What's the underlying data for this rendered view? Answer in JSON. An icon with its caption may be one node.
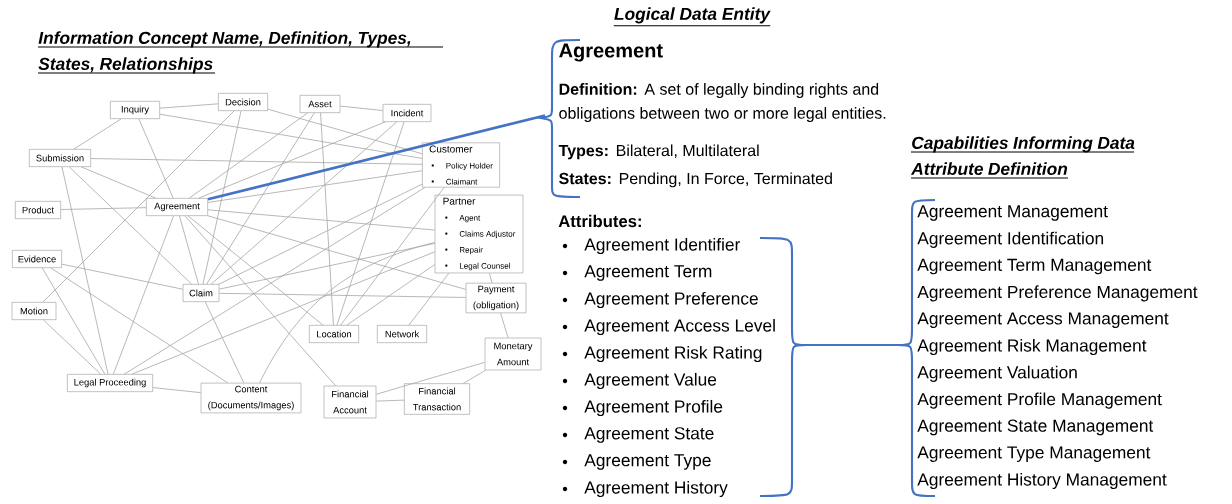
{
  "diagram": {
    "nodes": [
      {
        "text": [
          "Inquiry"
        ]
      },
      {
        "text": [
          "Decision"
        ]
      },
      {
        "text": [
          "Asset"
        ]
      },
      {
        "text": [
          "Incident"
        ]
      },
      {
        "text": [
          "Submission"
        ]
      },
      {
        "text": [
          "Customer",
          "Policy Holder",
          "Claimant"
        ]
      },
      {
        "text": [
          "Product"
        ]
      },
      {
        "text": [
          "Agreement"
        ]
      },
      {
        "text": [
          "Partner",
          "Agent",
          "Claims Adjustor",
          "Repair",
          "Legal Counsel"
        ]
      },
      {
        "text": [
          "Evidence"
        ]
      },
      {
        "text": [
          "Claim"
        ]
      },
      {
        "text": [
          "Payment (obligation)"
        ]
      },
      {
        "text": [
          "Motion"
        ]
      },
      {
        "text": [
          "Location"
        ]
      },
      {
        "text": [
          "Network"
        ]
      },
      {
        "text": [
          "Monetary Amount"
        ]
      },
      {
        "text": [
          "Legal Proceeding"
        ]
      },
      {
        "text": [
          "Content (Documents/Images)"
        ]
      },
      {
        "text": [
          "Financial Account"
        ]
      },
      {
        "text": [
          "Financial Transaction"
        ]
      },
      {
        "text": [
          "Agreement",
          "**Definition:** A set of legally binding rights and obligations between two or more legal entities.",
          "**Types:** Bilateral, Multilateral",
          "**States:** Pending, In Force, Terminated"
        ]
      }
    ],
    "edges": [
      {
        "from": 0,
        "to": 1,
        "arrow": "none"
      },
      {
        "from": 0,
        "to": 4,
        "arrow": "none"
      },
      {
        "from": 0,
        "to": 7,
        "arrow": "none"
      },
      {
        "from": 0,
        "to": 5,
        "arrow": "none"
      },
      {
        "from": 1,
        "to": 5,
        "arrow": "none"
      },
      {
        "from": 1,
        "to": 10,
        "arrow": "none"
      },
      {
        "from": 1,
        "to": 12,
        "arrow": "none"
      },
      {
        "from": 2,
        "to": 3,
        "arrow": "none"
      },
      {
        "from": 2,
        "to": 13,
        "arrow": "none"
      },
      {
        "from": 2,
        "to": 7,
        "arrow": "none"
      },
      {
        "from": 2,
        "to": 10,
        "arrow": "none"
      },
      {
        "from": 3,
        "to": 10,
        "arrow": "none"
      },
      {
        "from": 3,
        "to": 13,
        "arrow": "none"
      },
      {
        "from": 3,
        "to": 7,
        "arrow": "none"
      },
      {
        "from": 4,
        "to": 5,
        "arrow": "none"
      },
      {
        "from": 4,
        "to": 7,
        "arrow": "none"
      },
      {
        "from": 4,
        "to": 16,
        "arrow": "none"
      },
      {
        "from": 4,
        "to": 10,
        "arrow": "none"
      },
      {
        "from": 6,
        "to": 7,
        "arrow": "none"
      },
      {
        "from": 7,
        "to": 5,
        "arrow": "none"
      },
      {
        "from": 7,
        "to": 8,
        "arrow": "none"
      },
      {
        "from": 7,
        "to": 10,
        "arrow": "none"
      },
      {
        "from": 7,
        "to": 13,
        "arrow": "none"
      },
      {
        "from": 7,
        "to": 11,
        "arrow": "none"
      },
      {
        "from": 7,
        "to": 16,
        "arrow": "none"
      },
      {
        "from": 9,
        "to": 10,
        "arrow": "none"
      },
      {
        "from": 9,
        "to": 16,
        "arrow": "none"
      },
      {
        "from": 9,
        "to": 17,
        "arrow": "none"
      },
      {
        "from": 12,
        "to": 16,
        "arrow": "none"
      },
      {
        "from": 10,
        "to": 5,
        "arrow": "none"
      },
      {
        "from": 10,
        "to": 8,
        "arrow": "none"
      },
      {
        "from": 10,
        "to": 11,
        "arrow": "none"
      },
      {
        "from": 10,
        "to": 17,
        "arrow": "none"
      },
      {
        "from": 16,
        "to": 17,
        "arrow": "none"
      },
      {
        "from": 16,
        "to": 5,
        "arrow": "none"
      },
      {
        "from": 16,
        "to": 8,
        "arrow": "none"
      },
      {
        "from": 17,
        "to": 8,
        "arrow": "none"
      },
      {
        "from": 13,
        "to": 5,
        "arrow": "none"
      },
      {
        "from": 13,
        "to": 8,
        "arrow": "none"
      },
      {
        "from": 14,
        "to": 8,
        "arrow": "none"
      },
      {
        "from": 8,
        "to": 11,
        "arrow": "none"
      },
      {
        "from": 11,
        "to": 15,
        "arrow": "none"
      },
      {
        "from": 15,
        "to": 18,
        "arrow": "none"
      },
      {
        "from": 15,
        "to": 19,
        "arrow": "none"
      },
      {
        "from": 18,
        "to": 19,
        "arrow": "none"
      },
      {
        "from": 18,
        "to": 7,
        "arrow": "none"
      },
      {
        "from": 7,
        "to": 20,
        "arrow": "none",
        "style": "thick",
        "color": "#4472c4"
      }
    ],
    "labels": [
      "Information Concept Name, Definition, Types, States, Relationships",
      "Logical Data Entity",
      "Capabilities Informing Data Attribute Definition",
      "Attributes:",
      "Agreement Identifier",
      "Agreement Term",
      "Agreement Preference",
      "Agreement Access Level",
      "Agreement Risk Rating",
      "Agreement Value",
      "Agreement Profile",
      "Agreement State",
      "Agreement Type",
      "Agreement History",
      "Agreement Management",
      "Agreement Identification",
      "Agreement Term Management",
      "Agreement Preference Management",
      "Agreement Access Management",
      "Agreement Risk Management",
      "Agreement Valuation",
      "Agreement Profile Management",
      "Agreement State Management",
      "Agreement Type Management",
      "Agreement History Management"
    ]
  }
}
